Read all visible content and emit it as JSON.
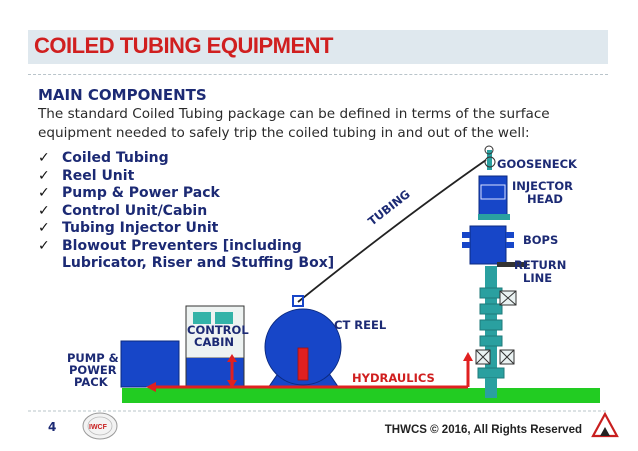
{
  "slide": {
    "title": "COILED TUBING EQUIPMENT",
    "heading": "MAIN COMPONENTS",
    "intro": "The standard Coiled Tubing package can be defined in terms of the surface equipment needed to safely trip the coiled tubing in and out of the well:",
    "components": [
      "Coiled Tubing",
      "Reel Unit",
      "Pump & Power Pack",
      "Control Unit/Cabin",
      "Tubing Injector Unit",
      "Blowout Preventers [including Lubricator, Riser and Stuffing Box]"
    ],
    "check_glyph": "✓"
  },
  "diagram": {
    "labels": {
      "gooseneck": "GOOSENECK",
      "injector_head_1": "INJECTOR",
      "injector_head_2": "HEAD",
      "bops": "BOPS",
      "return_line_1": "RETURN",
      "return_line_2": "LINE",
      "tubing": "TUBING",
      "ct_reel": "CT REEL",
      "control_cabin_1": "CONTROL",
      "control_cabin_2": "CABIN",
      "pump_1": "PUMP &",
      "pump_2": "POWER",
      "pump_3": "PACK",
      "hydraulics": "HYDRAULICS"
    },
    "colors": {
      "equipment_blue": "#1746c8",
      "ground_green": "#22cc22",
      "wellhead_teal": "#2aa0a0",
      "hydraulics_red": "#e02020",
      "cabin_teal": "#33b3a8"
    }
  },
  "footer": {
    "page_number": "4",
    "copyright": "THWCS © 2016, All Rights Reserved",
    "logo_text": "IWCF"
  }
}
